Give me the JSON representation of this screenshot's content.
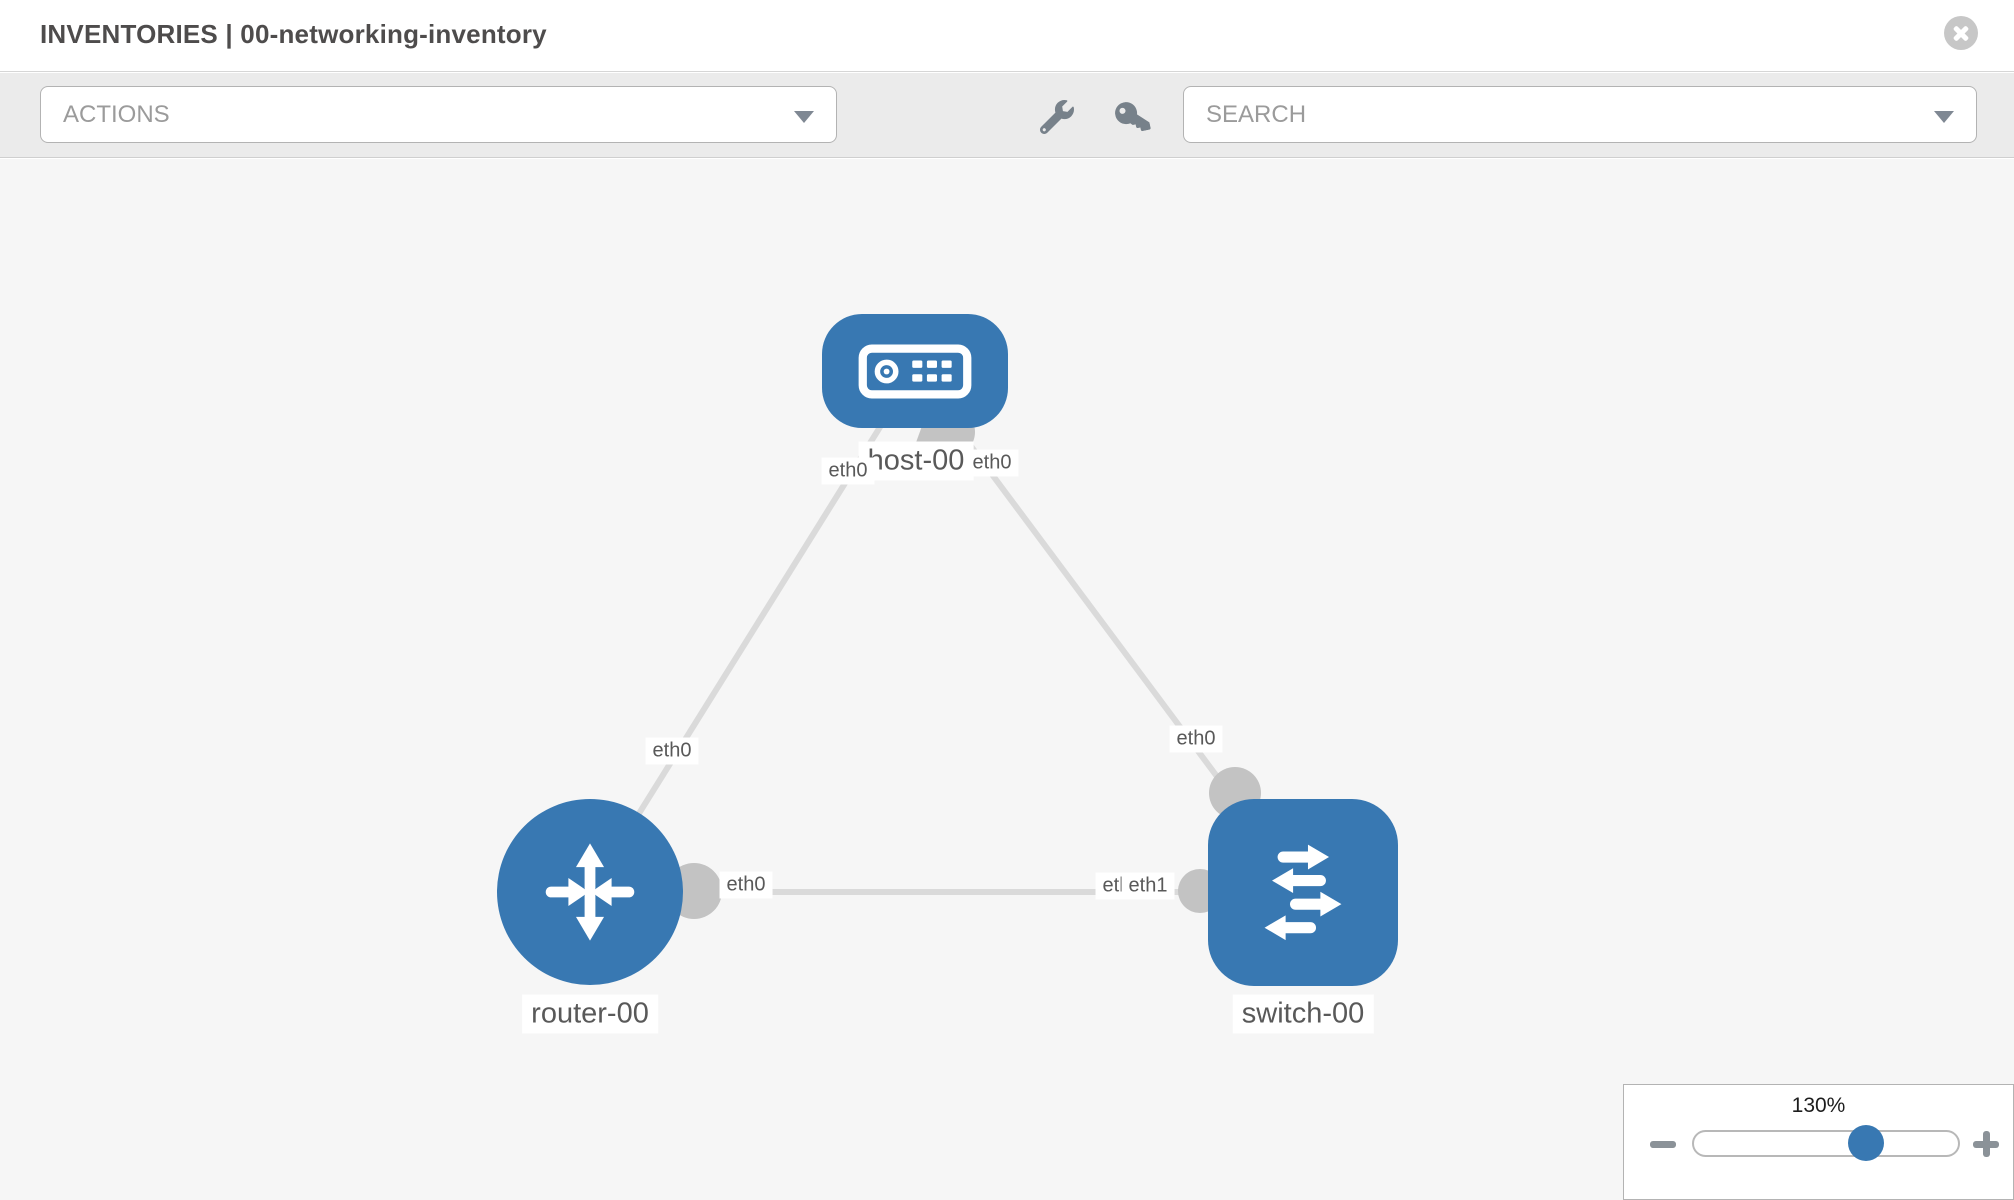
{
  "header": {
    "title": "INVENTORIES | 00-networking-inventory"
  },
  "toolbar": {
    "actions_label": "ACTIONS",
    "search_label": "SEARCH"
  },
  "topology": {
    "nodes": [
      {
        "label": "host-00",
        "type": "host"
      },
      {
        "label": "router-00",
        "type": "router"
      },
      {
        "label": "switch-00",
        "type": "switch"
      }
    ],
    "links": [
      {
        "source": "host-00",
        "target": "router-00",
        "labels": {
          "source": "eth0",
          "target": "eth0"
        }
      },
      {
        "source": "host-00",
        "target": "switch-00",
        "labels": {
          "source": "eth0",
          "target": "eth0"
        }
      },
      {
        "source": "router-00",
        "target": "switch-00",
        "labels": {
          "source": "eth0",
          "target": "eth1",
          "target_overlap": "eth1"
        }
      }
    ]
  },
  "zoom_control": {
    "level": "130%"
  },
  "icons": {
    "close": "close-icon",
    "dropdown_caret": "chevron-down-icon",
    "wrench": "wrench-icon",
    "key": "key-icon",
    "host_node": "server-icon",
    "router_node": "router-arrows-icon",
    "switch_node": "switch-arrows-icon",
    "zoom_out": "minus-icon",
    "zoom_in": "plus-icon"
  },
  "colors": {
    "node_blue": "#3878b2",
    "link_gray": "#dadada",
    "connector_gray": "#c3c3c3",
    "toolbar_bg": "#ebebeb",
    "canvas_bg": "#f6f6f6",
    "slider_thumb": "#3878b2"
  }
}
